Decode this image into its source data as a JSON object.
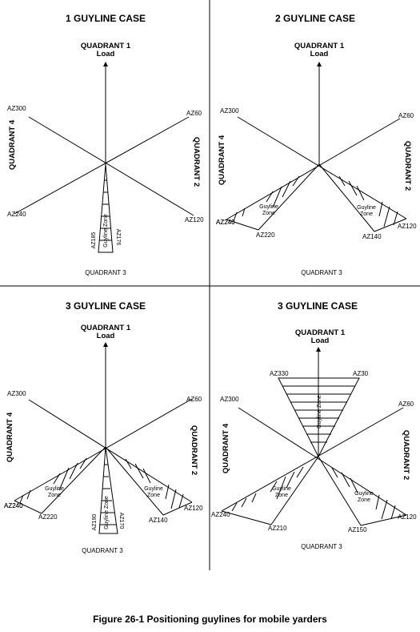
{
  "caption": "Figure 26-1 Positioning guylines for mobile yarders",
  "labels": {
    "quadrant1": "QUADRANT 1",
    "load": "Load",
    "quadrant2": "QUADRANT 2",
    "quadrant3": "QUADRANT 3",
    "quadrant4": "QUADRANT 4",
    "az60": "AZ60",
    "az120": "AZ120",
    "az240": "AZ240",
    "az300": "AZ300",
    "guyline": "Guyline",
    "zone": "Zone",
    "guyline_zone": "Guyline Zone"
  },
  "panels": [
    {
      "title": "1 GUYLINE CASE",
      "zones": [
        {
          "name": "rear",
          "from": "AZ185",
          "to": "AZ176"
        }
      ]
    },
    {
      "title": "2 GUYLINE CASE",
      "zones": [
        {
          "name": "left",
          "from": "AZ240",
          "to": "AZ220"
        },
        {
          "name": "right",
          "from": "AZ140",
          "to": "AZ120"
        }
      ]
    },
    {
      "title": "3 GUYLINE CASE",
      "zones": [
        {
          "name": "left",
          "from": "AZ240",
          "to": "AZ220"
        },
        {
          "name": "right",
          "from": "AZ140",
          "to": "AZ120"
        },
        {
          "name": "rear",
          "from": "AZ190",
          "to": "AZ170"
        }
      ]
    },
    {
      "title": "3 GUYLINE CASE",
      "zones": [
        {
          "name": "front",
          "from": "AZ330",
          "to": "AZ30"
        },
        {
          "name": "left",
          "from": "AZ240",
          "to": "AZ210"
        },
        {
          "name": "right",
          "from": "AZ150",
          "to": "AZ120"
        }
      ]
    }
  ]
}
